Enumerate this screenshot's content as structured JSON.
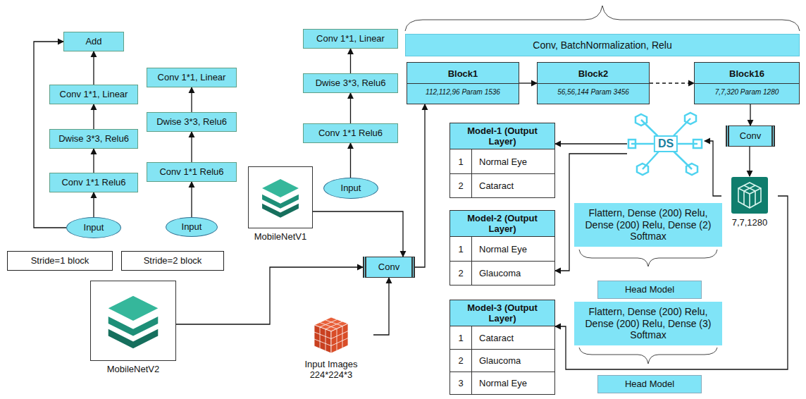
{
  "diagram": {
    "nodes": [
      {
        "text": [
          "Add"
        ]
      },
      {
        "text": [
          "Conv 1*1, Linear"
        ]
      },
      {
        "text": [
          "Dwise 3*3, Relu6"
        ]
      },
      {
        "text": [
          "Conv 1*1 Relu6"
        ]
      },
      {
        "text": [
          "Input"
        ]
      },
      {
        "text": [
          "Stride=1 block"
        ]
      },
      {
        "text": [
          "Conv 1*1, Linear"
        ]
      },
      {
        "text": [
          "Dwise 3*3, Relu6"
        ]
      },
      {
        "text": [
          "Conv 1*1 Relu6"
        ]
      },
      {
        "text": [
          "Input"
        ]
      },
      {
        "text": [
          "Stride=2 block"
        ]
      },
      {
        "text": [
          "Conv 1*1, Linear"
        ]
      },
      {
        "text": [
          "Dwise 3*3, Relu6"
        ]
      },
      {
        "text": [
          "Conv 1*1 Relu6"
        ]
      },
      {
        "text": [
          "Input"
        ]
      },
      {
        "text": [
          "MobileNetV1"
        ]
      },
      {
        "text": [
          "MobileNetV2"
        ]
      },
      {
        "text": [
          "Conv"
        ]
      },
      {
        "text": [
          "Input Images 224*224*3"
        ]
      },
      {
        "text": [
          "Conv, BatchNormalization, Relu"
        ]
      },
      {
        "text": [
          "Block1",
          "112,112,96 Param 1536"
        ]
      },
      {
        "text": [
          "Block2",
          "56,56,144 Param 3456"
        ]
      },
      {
        "text": [
          "Block16",
          "7,7,320 Param 1280"
        ]
      },
      {
        "text": [
          "Conv"
        ]
      },
      {
        "text": [
          "7,7,1280"
        ]
      },
      {
        "text": [
          "DS"
        ]
      },
      {
        "text": [
          "Model-1 (Output Layer)",
          "1",
          "Normal Eye",
          "2",
          "Cataract"
        ]
      },
      {
        "text": [
          "Model-2 (Output Layer)",
          "1",
          "Normal Eye",
          "2",
          "Glaucoma"
        ]
      },
      {
        "text": [
          "Model-3 (Output Layer)",
          "1",
          "Cataract",
          "2",
          "Glaucoma",
          "3",
          "Normal Eye"
        ]
      },
      {
        "text": [
          "Flattern, Dense (200) Relu, Dense (200) Relu, Dense (2) Softmax"
        ]
      },
      {
        "text": [
          "Head Model"
        ]
      },
      {
        "text": [
          "Flattern, Dense (200) Relu, Dense (200) Relu, Dense (3) Softmax"
        ]
      },
      {
        "text": [
          "Head Model"
        ]
      }
    ],
    "edges": [
      {
        "from": 4,
        "to": 3,
        "arrow": "to"
      },
      {
        "from": 3,
        "to": 2,
        "arrow": "to"
      },
      {
        "from": 2,
        "to": 1,
        "arrow": "to"
      },
      {
        "from": 1,
        "to": 0,
        "arrow": "to"
      },
      {
        "from": 4,
        "to": 0,
        "arrow": "to"
      },
      {
        "from": 9,
        "to": 8,
        "arrow": "to"
      },
      {
        "from": 8,
        "to": 7,
        "arrow": "to"
      },
      {
        "from": 7,
        "to": 6,
        "arrow": "to"
      },
      {
        "from": 14,
        "to": 13,
        "arrow": "to"
      },
      {
        "from": 13,
        "to": 12,
        "arrow": "to"
      },
      {
        "from": 12,
        "to": 11,
        "arrow": "to"
      },
      {
        "from": 15,
        "to": 17,
        "arrow": "to"
      },
      {
        "from": 16,
        "to": 17,
        "arrow": "to"
      },
      {
        "from": 18,
        "to": 17,
        "arrow": "to"
      },
      {
        "from": 17,
        "to": 20,
        "arrow": "to"
      },
      {
        "from": 20,
        "to": 21,
        "arrow": "to"
      },
      {
        "from": 21,
        "to": 22,
        "arrow": "to"
      },
      {
        "from": 22,
        "to": 23,
        "arrow": "to"
      },
      {
        "from": 23,
        "to": 24,
        "arrow": "to"
      },
      {
        "from": 24,
        "to": 25,
        "arrow": "to"
      },
      {
        "from": 25,
        "to": 26,
        "arrow": "to"
      },
      {
        "from": 25,
        "to": 27,
        "arrow": "to"
      },
      {
        "from": 24,
        "to": 28,
        "arrow": "to"
      }
    ]
  }
}
